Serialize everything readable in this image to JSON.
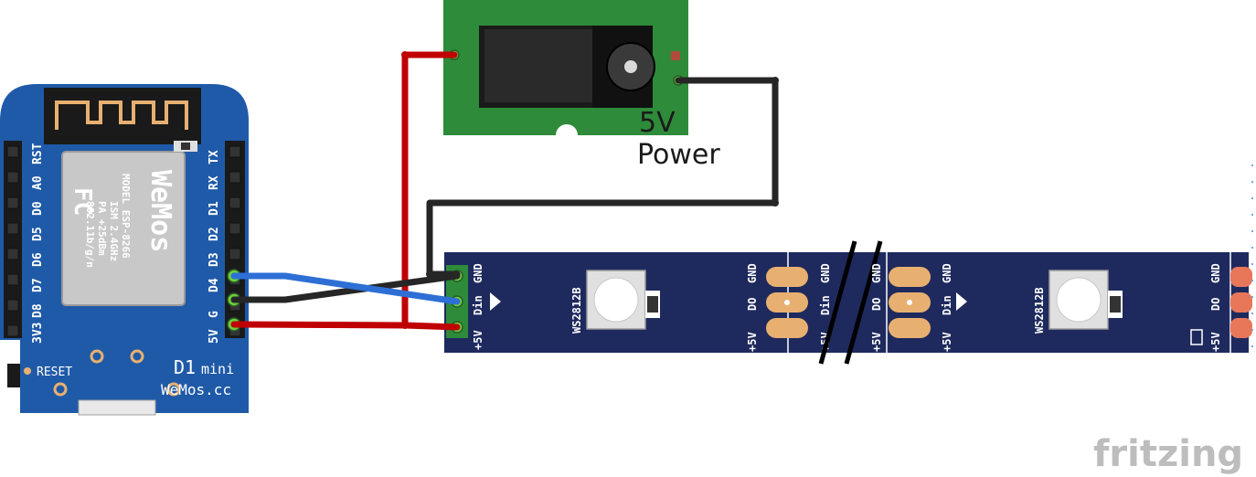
{
  "power": {
    "label_line1": "5V",
    "label_line2": "Power"
  },
  "d1mini": {
    "left_pins": [
      "RST",
      "A0",
      "D0",
      "D5",
      "D6",
      "D7",
      "D8",
      "3V3"
    ],
    "right_pins": [
      "TX",
      "RX",
      "D1",
      "D2",
      "D3",
      "D4",
      "G",
      "5V"
    ],
    "reset_label": "RESET",
    "model_name": "D1",
    "model_suffix": "mini",
    "brand_site": "WeMos.cc",
    "module_text": [
      "MODEL ESP-8266",
      "ISM 2.4GHz",
      "PA +25dBm",
      "802.11b/g/n"
    ],
    "fcc_mark": "FC",
    "module_logo": "WeMos"
  },
  "strip": {
    "pin_labels": [
      "GND",
      "Din",
      "+5V"
    ],
    "out_labels": [
      "GND",
      "DO",
      "+5V"
    ],
    "chip_label": "WS2812B"
  },
  "wires": {
    "colors": {
      "red": "#c00000",
      "black": "#262626",
      "blue": "#2e6fd6"
    }
  },
  "watermark": "fritzing"
}
